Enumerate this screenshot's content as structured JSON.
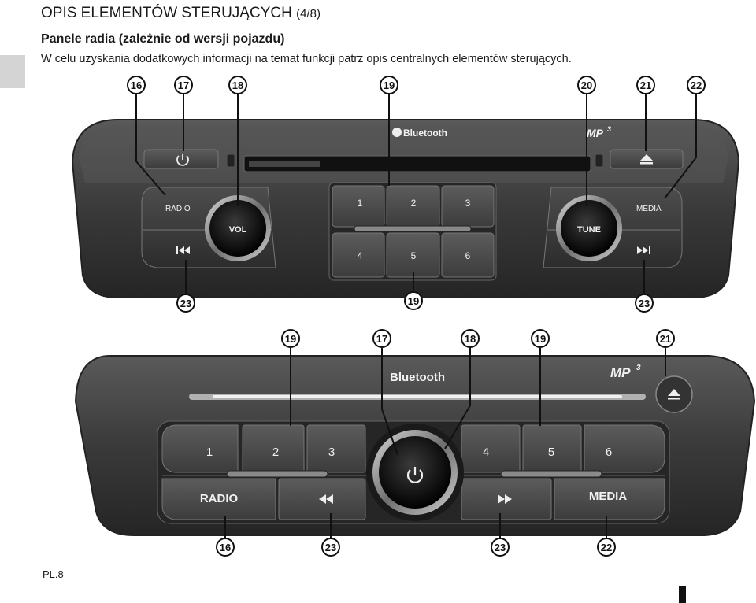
{
  "header": {
    "title": "OPIS ELEMENTÓW STERUJĄCYCH",
    "title_page": "(4/8)",
    "subtitle": "Panele radia (zależnie od wersji pojazdu)",
    "intro": "W celu uzyskania dodatkowych informacji na temat funkcji patrz opis centralnych elementów sterujących."
  },
  "footer": {
    "page_number": "PL.8"
  },
  "panel1": {
    "brand": "Bluetooth",
    "mp3": "MP",
    "mp3_sup": "3",
    "radio": "RADIO",
    "vol": "VOL",
    "tune": "TUNE",
    "media": "MEDIA",
    "presets": [
      "1",
      "2",
      "3",
      "4",
      "5",
      "6"
    ],
    "callouts_top": [
      "16",
      "17",
      "18",
      "19",
      "20",
      "21",
      "22"
    ],
    "callouts_bottom": [
      "23",
      "19",
      "23"
    ]
  },
  "panel2": {
    "brand": "Bluetooth",
    "mp3": "MP",
    "mp3_sup": "3",
    "radio": "RADIO",
    "media": "MEDIA",
    "presets": [
      "1",
      "2",
      "3",
      "4",
      "5",
      "6"
    ],
    "callouts_top": [
      "19",
      "17",
      "18",
      "19",
      "21"
    ],
    "callouts_bottom": [
      "16",
      "23",
      "23",
      "22"
    ]
  },
  "icons": [
    "power-icon",
    "eject-icon",
    "prev-track-icon",
    "next-track-icon",
    "rewind-icon",
    "fast-forward-icon",
    "bluetooth-icon"
  ]
}
